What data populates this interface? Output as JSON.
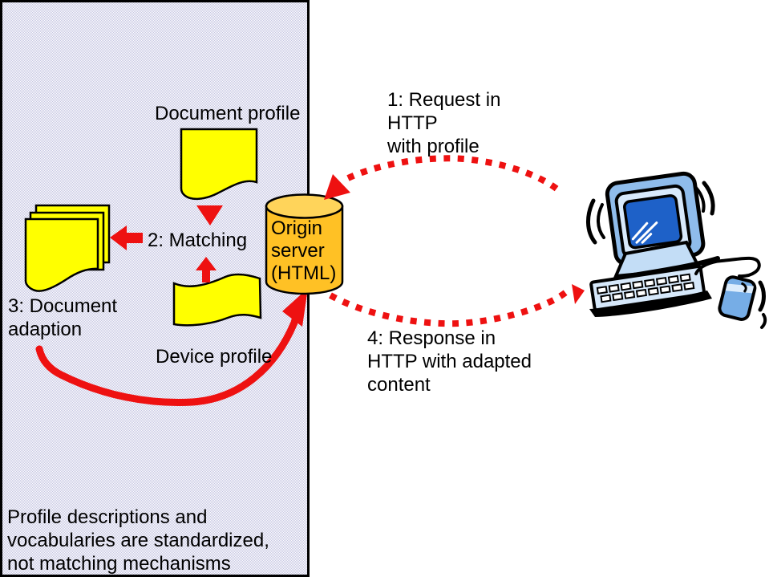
{
  "diagram": {
    "labels": {
      "document_profile": "Document profile",
      "step1_line1": "1: Request in",
      "step1_line2": "HTTP",
      "step1_line3": "with profile",
      "step2": "2: Matching",
      "step3_line1": "3: Document",
      "step3_line2": "adaption",
      "device_profile": "Device profile",
      "origin_line1": "Origin",
      "origin_line2": "server",
      "origin_line3": "(HTML)",
      "step4_line1": "4: Response in",
      "step4_line2": "HTTP with adapted",
      "step4_line3": "content",
      "note_line1": "Profile descriptions and",
      "note_line2": "vocabularies are standardized,",
      "note_line3": "not matching mechanisms"
    },
    "colors": {
      "arrow_red": "#ee1111",
      "document_yellow": "#ffff00",
      "cylinder_body": "#ffc125",
      "cylinder_top": "#ffd45a",
      "panel_dither": "#c5c5e2",
      "monitor_screen_blue": "#1e61c8",
      "computer_case_blue": "#8fbceb",
      "computer_light_blue": "#d8e9fb",
      "outline": "#000000"
    }
  }
}
